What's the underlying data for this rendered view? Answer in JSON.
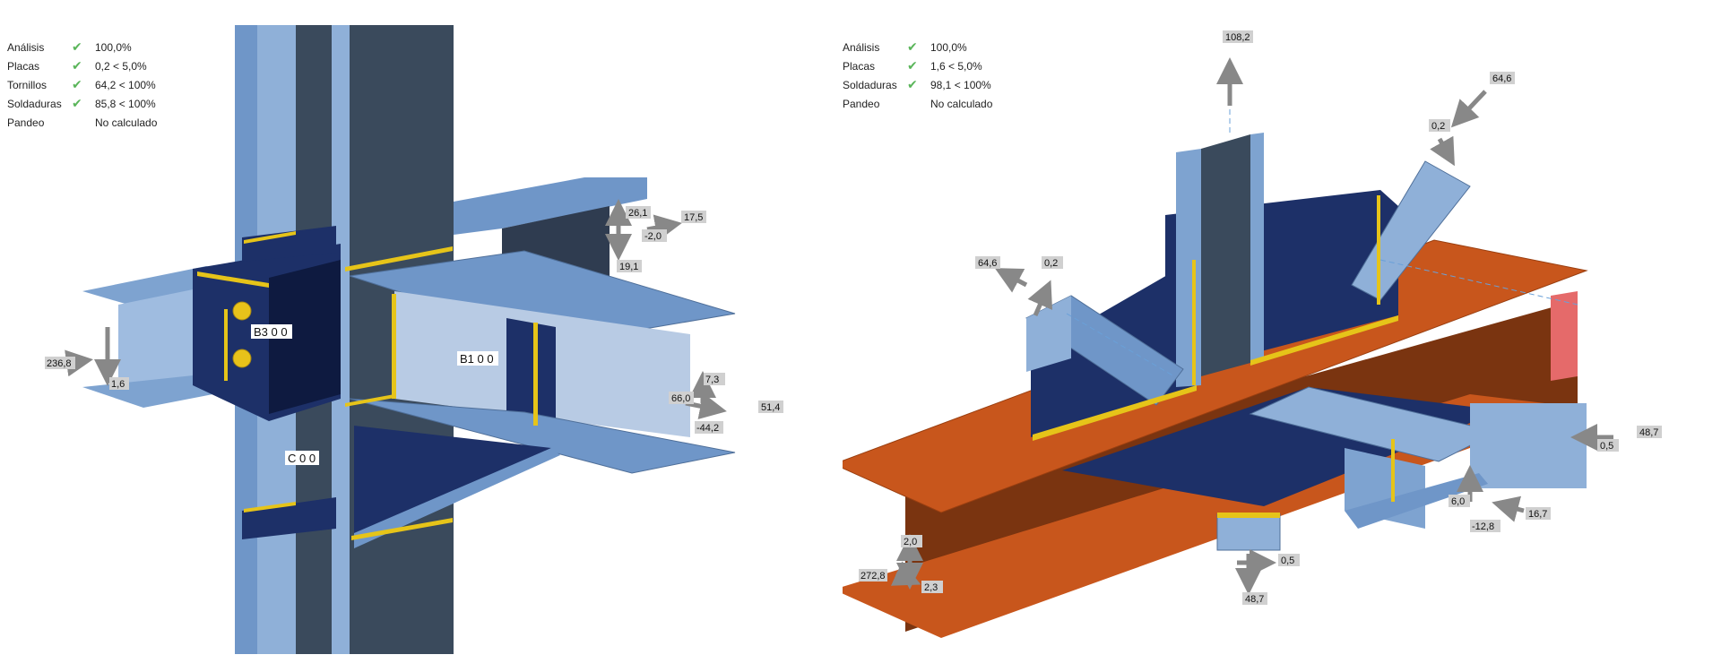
{
  "left": {
    "summary": [
      {
        "label": "Análisis",
        "check": "✔",
        "value": "100,0%"
      },
      {
        "label": "Placas",
        "check": "✔",
        "value": "0,2 < 5,0%"
      },
      {
        "label": "Tornillos",
        "check": "✔",
        "value": "64,2 < 100%"
      },
      {
        "label": "Soldaduras",
        "check": "✔",
        "value": "85,8 < 100%"
      },
      {
        "label": "Pandeo",
        "check": "",
        "value": "No calculado"
      }
    ],
    "members": {
      "b3": "B3 0 0",
      "b1": "B1 0 0",
      "c": "C 0 0"
    },
    "forces": {
      "f1": "26,1",
      "f2": "17,5",
      "f3": "-2,0",
      "f4": "19,1",
      "f5": "236,8",
      "f6": "1,6",
      "f7": "7,3",
      "f8": "66,0",
      "f9": "51,4",
      "f10": "-44,2"
    }
  },
  "right": {
    "summary": [
      {
        "label": "Análisis",
        "check": "✔",
        "value": "100,0%"
      },
      {
        "label": "Placas",
        "check": "✔",
        "value": "1,6 < 5,0%"
      },
      {
        "label": "Soldaduras",
        "check": "✔",
        "value": "98,1 < 100%"
      },
      {
        "label": "Pandeo",
        "check": "",
        "value": "No calculado"
      }
    ],
    "forces": {
      "f1": "108,2",
      "f2": "64,6",
      "f3": "0,2",
      "f4": "64,6",
      "f5": "0,2",
      "f6": "48,7",
      "f7": "0,5",
      "f8": "6,0",
      "f9": "16,7",
      "f10": "-12,8",
      "f11": "2,0",
      "f12": "272,8",
      "f13": "2,3",
      "f14": "0,5",
      "f15": "48,7"
    }
  },
  "colors": {
    "light_steel": "#6f96c8",
    "dark_steel": "#1d3068",
    "column_dark": "#3a4a5c",
    "weld": "#e6c419",
    "beam_orange": "#c8561c",
    "bolt": "#e8c21a",
    "stiffener": "#e56a6a"
  }
}
